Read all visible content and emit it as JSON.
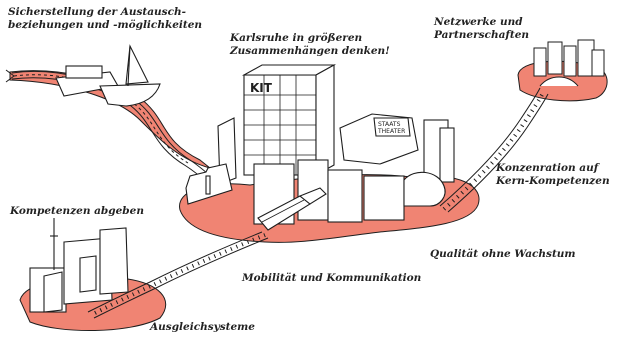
{
  "labels": {
    "austausch": [
      "Sicherstellung der Austausch-",
      "beziehungen und -möglichkeiten"
    ],
    "karlsruhe": [
      "Karlsruhe in größeren",
      "Zusammenhängen denken!"
    ],
    "netzwerke": [
      "Netzwerke und",
      "Partnerschaften"
    ],
    "konzentration": [
      "Konzenration auf",
      "Kern-Kompetenzen"
    ],
    "kompetenzen": "Kompetenzen abgeben",
    "qualitaet": "Qualität ohne Wachstum",
    "mobilitaet": "Mobilität und Kommunikation",
    "ausgleich": "Ausgleichsysteme"
  },
  "signs": {
    "kit": "KIT",
    "staatstheater": [
      "STAATS",
      "THEATER"
    ]
  },
  "colors": {
    "accent_red": "#f08473",
    "ink": "#1e1e1e",
    "paper": "#ffffff"
  }
}
